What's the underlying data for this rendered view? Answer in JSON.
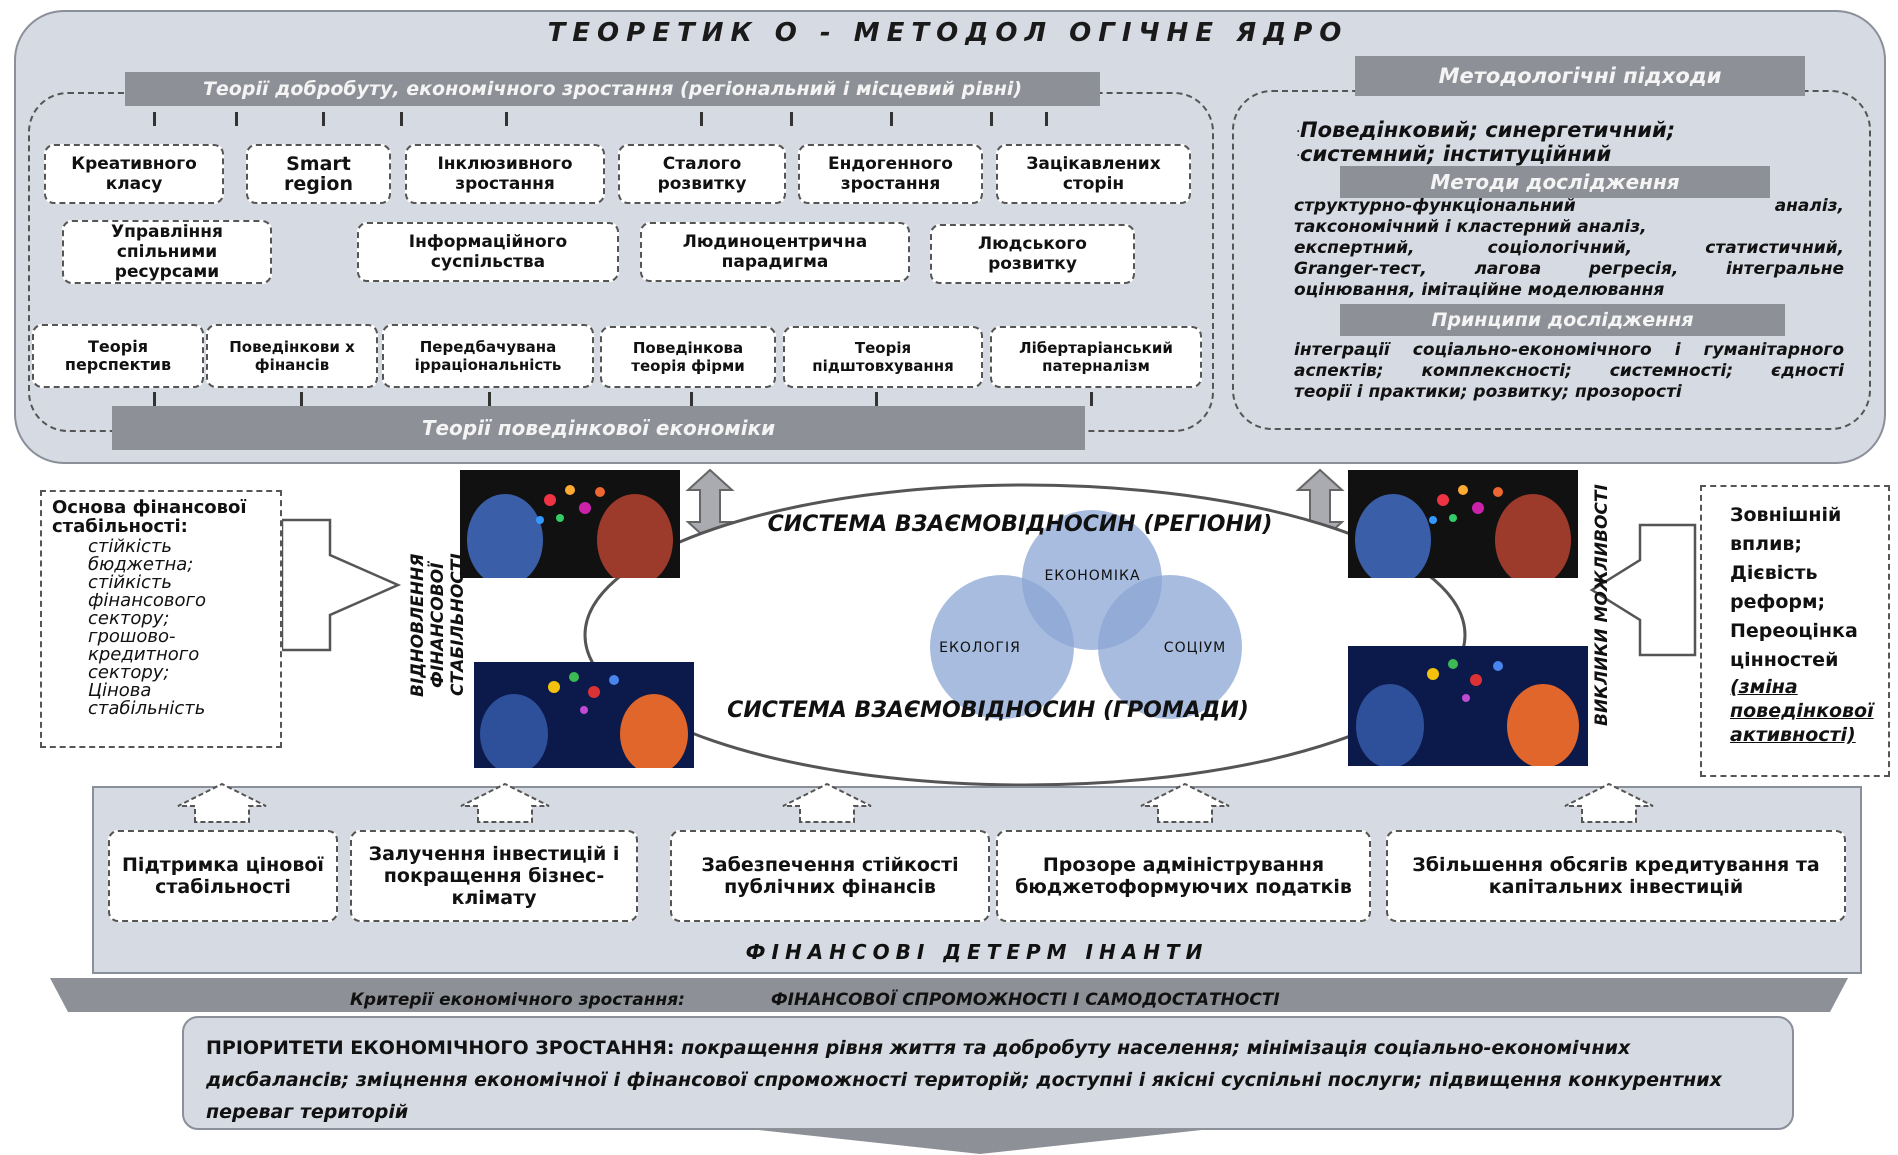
{
  "core": {
    "title": "ТЕОРЕТИК О - МЕТОДОЛ ОГІЧНЕ ЯДРО",
    "welfare_bar": "Теорії добробуту, економічного зростання (регіональний і місцевий рівні)",
    "behavioral_bar": "Теорії поведінкової економіки",
    "row1": [
      "Креативного класу",
      "Smart region",
      "Інклюзивного зростання",
      "Сталого розвитку",
      "Ендогенного зростання",
      "Зацікавлених сторін"
    ],
    "row2": [
      "Управління спільними ресурсами",
      "Інформаційного суспільства",
      "Людиноцентрична парадигма",
      "Людського розвитку"
    ],
    "row3": [
      "Теорія перспектив",
      "Поведінкови х фінансів",
      "Передбачувана ірраціональність",
      "Поведінкова теорія фірми",
      "Теорія підштовхування",
      "Лібертаріанський патерналізм"
    ]
  },
  "methods": {
    "approaches_title": "Методологічні підходи",
    "approaches_line1": "Поведінковий; синергетичний;",
    "approaches_line2": "системний; інституційний",
    "research_title": "Методи дослідження",
    "research_lines": [
      "структурно-функціональний аналіз,",
      "таксономічний і кластерний аналіз,",
      "експертний, соціологічний, статистичний,",
      "Granger-тест, лагова регресія, інтегральне",
      "оцінювання, імітаційне моделювання"
    ],
    "principles_title": "Принципи дослідження",
    "principles_lines": [
      "інтеграції соціально-економічного і гуманітарного",
      "аспектів; комплексності; системності; єдності",
      "теорії і практики; розвитку; прозорості"
    ]
  },
  "center": {
    "regions": "СИСТЕМА ВЗАЄМОВІДНОСИН (РЕГІОНИ)",
    "communities": "СИСТЕМА ВЗАЄМОВІДНОСИН (ГРОМАДИ)",
    "circle_economy": "ЕКОНОМІКА",
    "circle_ecology": "ЕКОЛОГІЯ",
    "circle_society": "СОЦІУМ",
    "left_vertical": "ВІДНОВЛЕННЯ ФІНАНСОВОЇ СТАБІЛЬНОСТІ",
    "right_vertical": "ВИКЛИКИ МОЖЛИВОСТІ"
  },
  "left_note": {
    "title": "Основа фінансової стабільності:",
    "items": [
      "стійкість бюджетна;",
      "стійкість фінансового сектору;",
      "грошово-кредитного сектору;"
    ],
    "last": "Цінова стабільність"
  },
  "right_note": {
    "items": [
      "Зовнішній вплив;",
      "Дієвість реформ;",
      "Переоцінка цінностей"
    ],
    "underline": "(зміна поведінкової активності)"
  },
  "determinants": {
    "title": "ФІНАНСОВІ ДЕТЕРМ ІНАНТИ",
    "boxes": [
      "Підтримка цінової стабільності",
      "Залучення інвестицій і покращення бізнес-клімату",
      "Забезпечення стійкості публічних фінансів",
      "Прозоре адміністрування бюджетоформуючих податків",
      "Збільшення обсягів кредитування та капітальних інвестицій"
    ]
  },
  "criteria": {
    "label": "Критерії економічного зростання:",
    "value": "ФІНАНСОВОЇ СПРОМОЖНОСТІ І САМОДОСТАТНОСТІ"
  },
  "priorities": {
    "label": "ПРІОРИТЕТИ ЕКОНОМІЧНОГО ЗРОСТАННЯ:",
    "text": "покращення рівня життя та добробуту населення; мінімізація соціально-економічних дисбалансів; зміцнення економічної і фінансової спроможності територій; доступні і якісні суспільні послуги; підвищення конкурентних переваг територій"
  },
  "colors": {
    "panel": "#d6dae2",
    "bar": "#8d9096",
    "circle": "#8ba6d4",
    "border": "#555555"
  }
}
